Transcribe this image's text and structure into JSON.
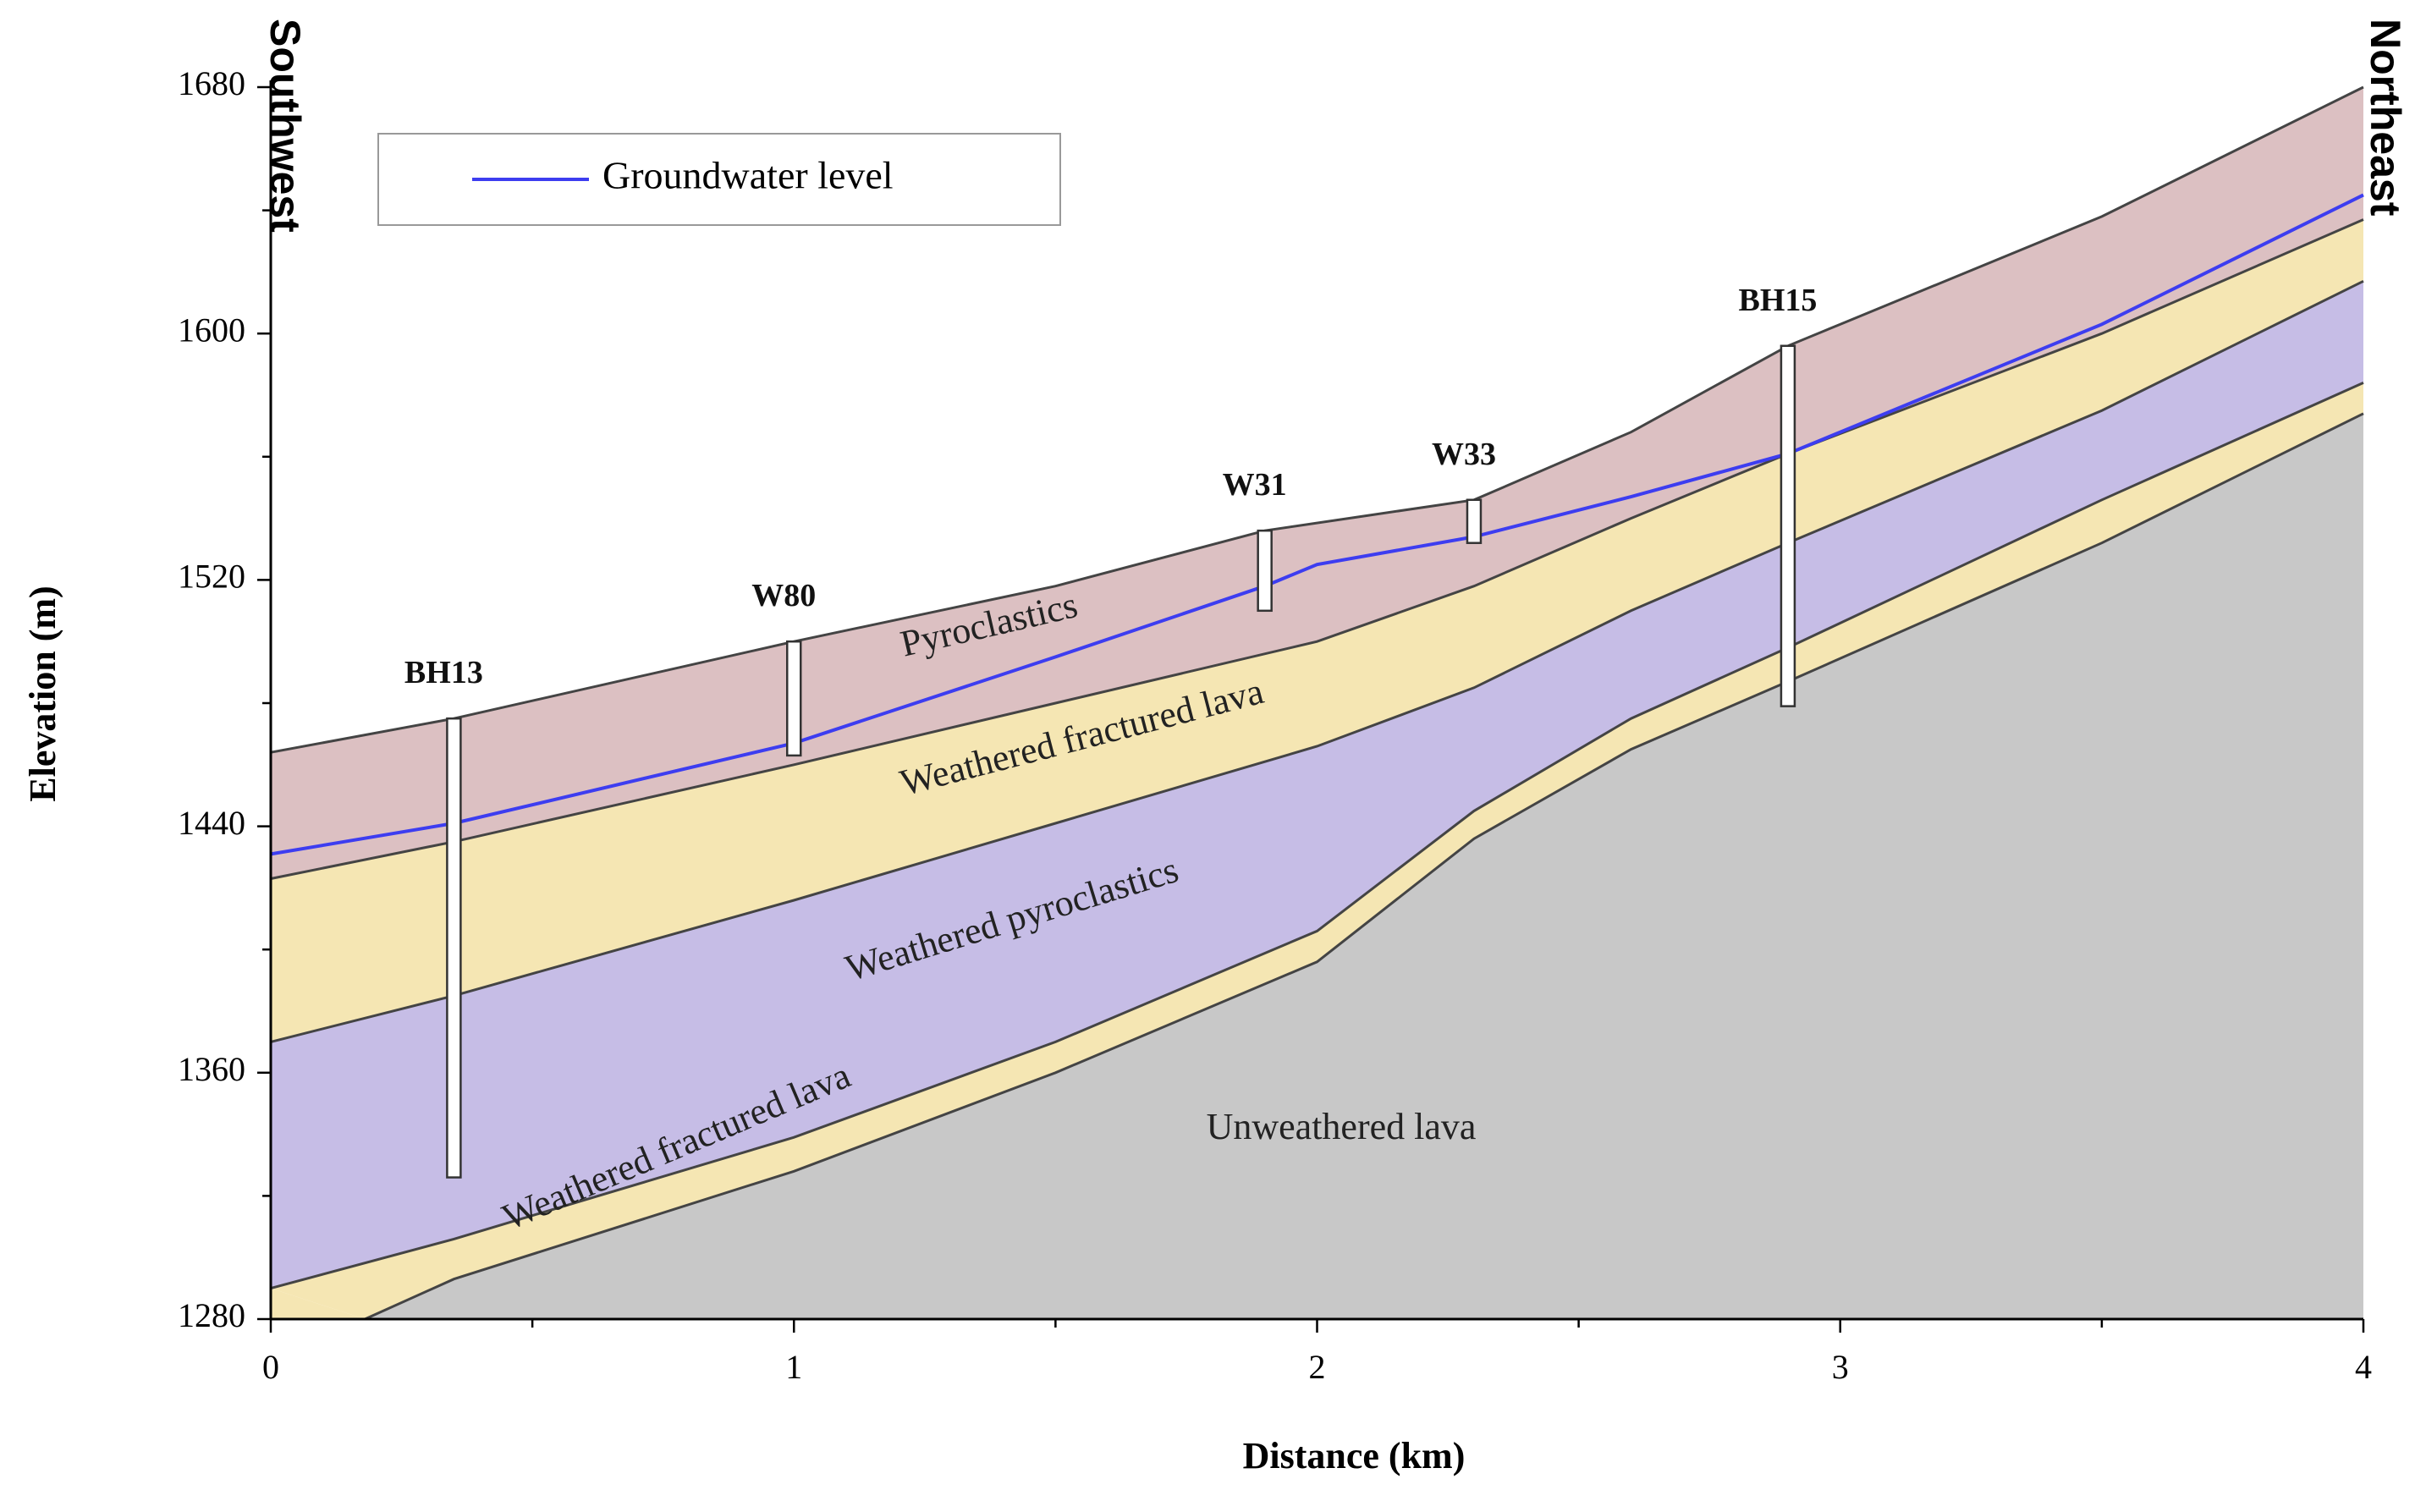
{
  "chart_data": {
    "type": "area",
    "title": "",
    "xlabel": "Distance (km)",
    "ylabel": "Elevation (m)",
    "xlim": [
      0,
      4
    ],
    "ylim": [
      1280,
      1680
    ],
    "x_ticks": [
      0,
      1,
      2,
      3,
      4
    ],
    "y_ticks": [
      1280,
      1360,
      1440,
      1520,
      1600,
      1680
    ],
    "left_direction": "Southwest",
    "right_direction": "Northeast",
    "legend": {
      "position": "top-left",
      "entries": [
        {
          "label": "Groundwater level",
          "color": "#3d3df0"
        }
      ]
    },
    "boundaries": {
      "ground_surface": [
        [
          0,
          1464
        ],
        [
          0.35,
          1475
        ],
        [
          1.0,
          1500
        ],
        [
          1.5,
          1518
        ],
        [
          1.9,
          1536
        ],
        [
          2.1,
          1541
        ],
        [
          2.3,
          1546
        ],
        [
          2.6,
          1568
        ],
        [
          2.9,
          1596
        ],
        [
          3.5,
          1638
        ],
        [
          4.0,
          1680
        ]
      ],
      "base_pyroclastics": [
        [
          0,
          1423
        ],
        [
          0.35,
          1435
        ],
        [
          1.0,
          1460
        ],
        [
          1.5,
          1480
        ],
        [
          2.0,
          1500
        ],
        [
          2.3,
          1518
        ],
        [
          2.6,
          1540
        ],
        [
          2.9,
          1561
        ],
        [
          3.5,
          1600
        ],
        [
          4.0,
          1637
        ]
      ],
      "base_weathered_fractured_lava_upper": [
        [
          0,
          1370
        ],
        [
          0.35,
          1385
        ],
        [
          1.0,
          1416
        ],
        [
          1.5,
          1441
        ],
        [
          2.0,
          1466
        ],
        [
          2.3,
          1485
        ],
        [
          2.6,
          1510
        ],
        [
          2.9,
          1532
        ],
        [
          3.5,
          1575
        ],
        [
          4.0,
          1617
        ]
      ],
      "base_weathered_pyroclastics": [
        [
          0,
          1290
        ],
        [
          0.35,
          1306
        ],
        [
          1.0,
          1339
        ],
        [
          1.5,
          1370
        ],
        [
          2.0,
          1406
        ],
        [
          2.3,
          1445
        ],
        [
          2.6,
          1475
        ],
        [
          2.9,
          1498
        ],
        [
          3.5,
          1546
        ],
        [
          4.0,
          1584
        ]
      ],
      "top_unweathered_lava": [
        [
          0.18,
          1280
        ],
        [
          0.35,
          1293
        ],
        [
          1.0,
          1328
        ],
        [
          1.5,
          1360
        ],
        [
          2.0,
          1396
        ],
        [
          2.3,
          1436
        ],
        [
          2.6,
          1465
        ],
        [
          2.9,
          1487
        ],
        [
          3.5,
          1532
        ],
        [
          4.0,
          1574
        ]
      ],
      "groundwater_level": [
        [
          0,
          1431
        ],
        [
          0.35,
          1441
        ],
        [
          1.0,
          1467
        ],
        [
          1.5,
          1495
        ],
        [
          1.9,
          1518
        ],
        [
          2.0,
          1525
        ],
        [
          2.3,
          1534
        ],
        [
          2.6,
          1547
        ],
        [
          2.9,
          1561
        ],
        [
          3.5,
          1603
        ],
        [
          4.0,
          1645
        ]
      ]
    },
    "layers": [
      {
        "name": "Pyroclastics",
        "color": "#dcc0c2",
        "top": "ground_surface",
        "bottom": "base_pyroclastics",
        "label": "Pyroclastics"
      },
      {
        "name": "Weathered fractured lava (upper)",
        "color": "#f5e6b3",
        "top": "base_pyroclastics",
        "bottom": "base_weathered_fractured_lava_upper",
        "label": "Weathered fractured lava"
      },
      {
        "name": "Weathered pyroclastics",
        "color": "#c6bde6",
        "top": "base_weathered_fractured_lava_upper",
        "bottom": "base_weathered_pyroclastics",
        "label": "Weathered pyroclastics"
      },
      {
        "name": "Weathered fractured lava (lower)",
        "color": "#f5e6b3",
        "top": "base_weathered_pyroclastics",
        "bottom": "top_unweathered_lava",
        "label": "Weathered fractured lava"
      },
      {
        "name": "Unweathered lava",
        "color": "#c8c8c8",
        "top": "top_unweathered_lava",
        "bottom": "axis",
        "label": "Unweathered lava"
      }
    ],
    "wells": [
      {
        "name": "BH13",
        "x": 0.35,
        "top": 1475,
        "bottom": 1326
      },
      {
        "name": "W80",
        "x": 1.0,
        "top": 1500,
        "bottom": 1463
      },
      {
        "name": "W31",
        "x": 1.9,
        "top": 1536,
        "bottom": 1510
      },
      {
        "name": "W33",
        "x": 2.3,
        "top": 1546,
        "bottom": 1532
      },
      {
        "name": "BH15",
        "x": 2.9,
        "top": 1596,
        "bottom": 1479
      }
    ],
    "grid": false
  }
}
